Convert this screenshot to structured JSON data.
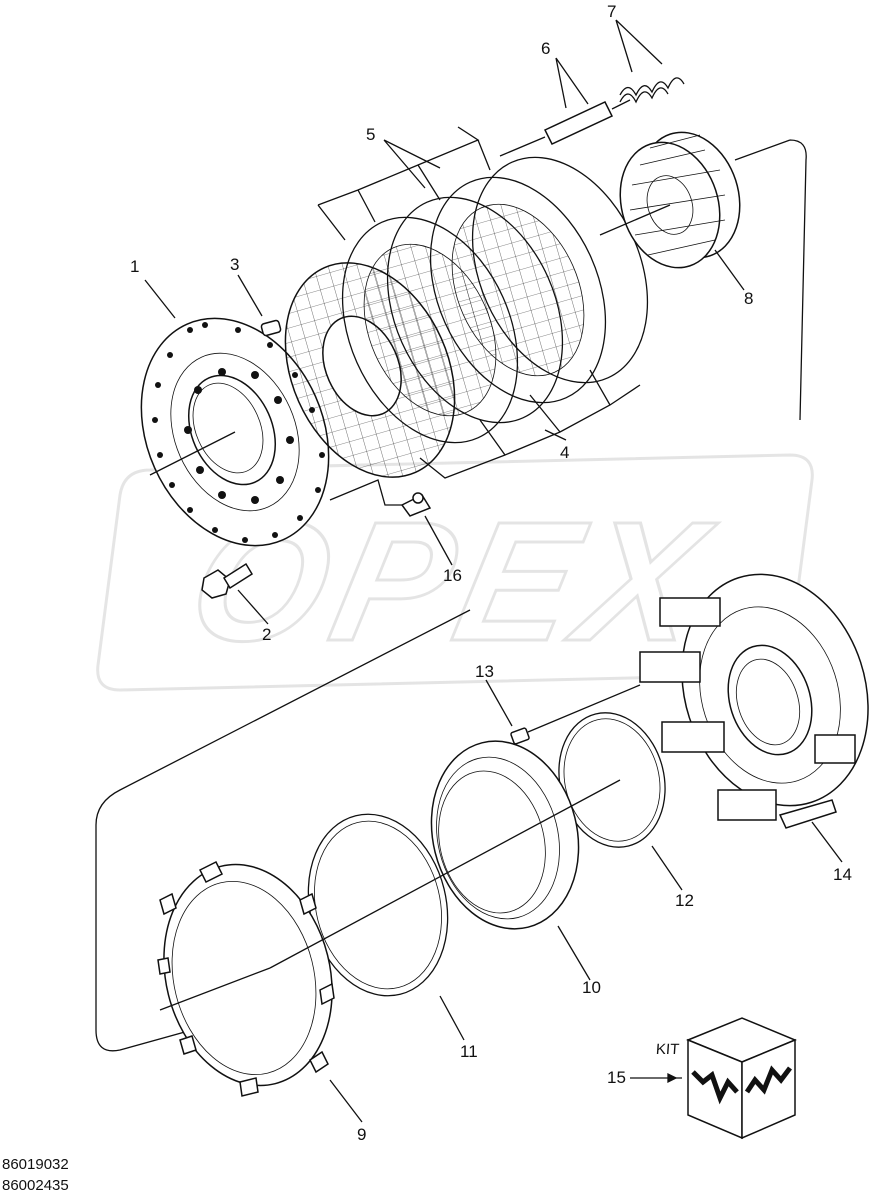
{
  "callouts": {
    "c1": "1",
    "c2": "2",
    "c3": "3",
    "c4": "4",
    "c5": "5",
    "c6": "6",
    "c7": "7",
    "c8": "8",
    "c9": "9",
    "c10": "10",
    "c11": "11",
    "c12": "12",
    "c13": "13",
    "c14": "14",
    "c15": "15",
    "c16": "16"
  },
  "kit_label": "KIT",
  "watermark": "OPEX",
  "diagram_codes": [
    "86019032",
    "86002435"
  ],
  "colors": {
    "line": "#111111",
    "watermark": "#d9d9d9",
    "background": "#ffffff"
  }
}
